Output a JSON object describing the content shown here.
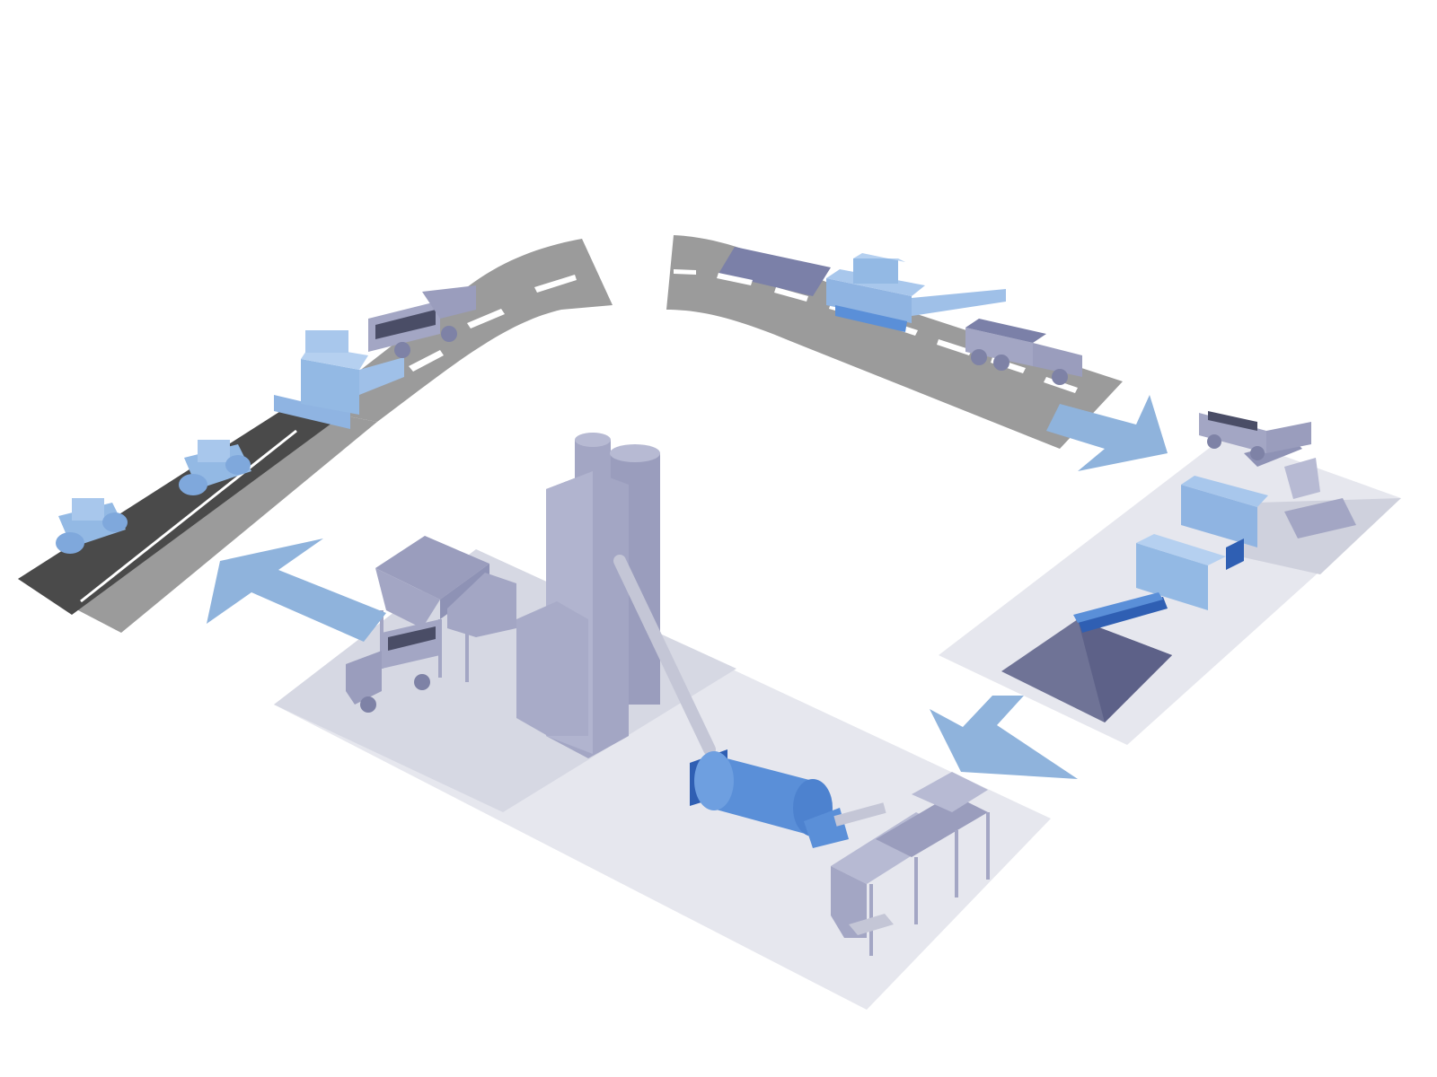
{
  "diagram": {
    "type": "asphalt-recycling-cycle",
    "text_labels": [],
    "colors": {
      "background": "#ffffff",
      "road": "#9b9b9b",
      "fresh_asphalt": "#4a4a4a",
      "road_marking": "#ffffff",
      "pad": "#e6e7ee",
      "pad_shadow": "#cfd1dd",
      "arrow": "#8fb3dc",
      "machine_light_blue": "#93b9e4",
      "machine_blue": "#5a8fd8",
      "machine_dark_blue": "#2f5fb3",
      "steel_lavender": "#a3a6c4",
      "steel_dark": "#7e82a6",
      "stockpile": "#6f7396"
    },
    "stages": [
      {
        "id": "milling",
        "icon": "milling-machine-icon"
      },
      {
        "id": "crushing-screening",
        "icon": "crusher-icon"
      },
      {
        "id": "asphalt-mixing-plant",
        "icon": "drum-dryer-icon"
      },
      {
        "id": "paving",
        "icon": "asphalt-paver-icon"
      }
    ],
    "flow_arrows": [
      {
        "from": "milling",
        "to": "crushing-screening"
      },
      {
        "from": "crushing-screening",
        "to": "asphalt-mixing-plant"
      },
      {
        "from": "asphalt-mixing-plant",
        "to": "paving"
      }
    ]
  }
}
